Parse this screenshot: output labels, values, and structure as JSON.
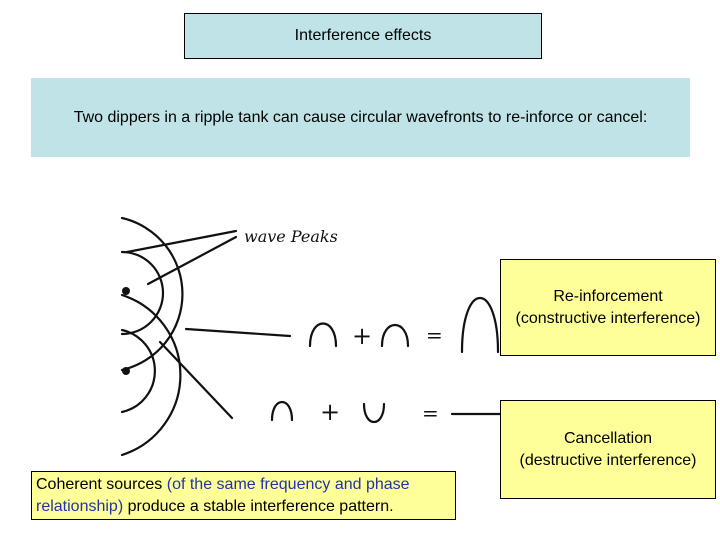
{
  "title": "Interference effects",
  "intro": "Two dippers in a ripple tank can cause circular wavefronts to re-inforce or cancel:",
  "sketch": {
    "wave_peaks_label": "wave Peaks",
    "plus": "+",
    "equals": "="
  },
  "reinforcement": {
    "line1": "Re-inforcement",
    "line2": "(constructive interference)"
  },
  "cancellation": {
    "line1": "Cancellation",
    "line2": "(destructive interference)"
  },
  "coherent": {
    "part1": "Coherent sources ",
    "part2": "(of the same frequency and phase relationship)",
    "part3": " produce a stable interference pattern."
  },
  "colors": {
    "title_bg": "#bfe3e6",
    "callout_bg": "#ffff99",
    "note_text": "#2233aa"
  }
}
